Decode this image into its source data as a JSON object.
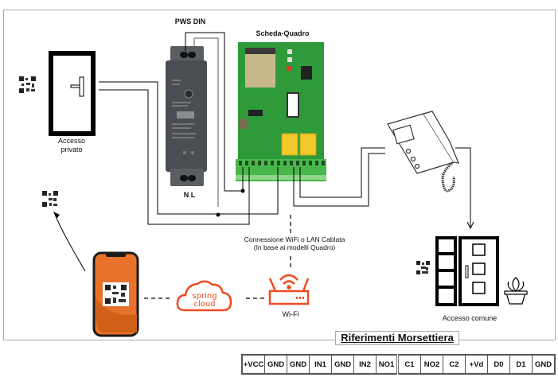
{
  "labels": {
    "power_supply": "PWS DIN",
    "board": "Scheda-Quadro",
    "nl": "N L",
    "private_access_line1": "Accesso",
    "private_access_line2": "privato",
    "connection_line1": "Connessione WiFi o LAN Cablata",
    "connection_line2": "(In base ai modelli Quadro)",
    "wifi": "Wi-Fi",
    "common_access": "Accesso comune",
    "cloud_line1": "spring",
    "cloud_line2": "cloud"
  },
  "terminal_block": {
    "title": "Riferimenti Morsettiera",
    "terminals": [
      "+VCC",
      "GND",
      "GND",
      "IN1",
      "GND",
      "IN2",
      "NO1",
      "C1",
      "NO2",
      "C2",
      "+Vd",
      "D0",
      "D1",
      "GND"
    ]
  },
  "colors": {
    "accent_orange": "#e8722a",
    "cloud_red": "#f04a23",
    "pcb_green": "#2f9a3a",
    "relay_yellow": "#f2c92a",
    "psu_gray": "#4a4d52"
  }
}
